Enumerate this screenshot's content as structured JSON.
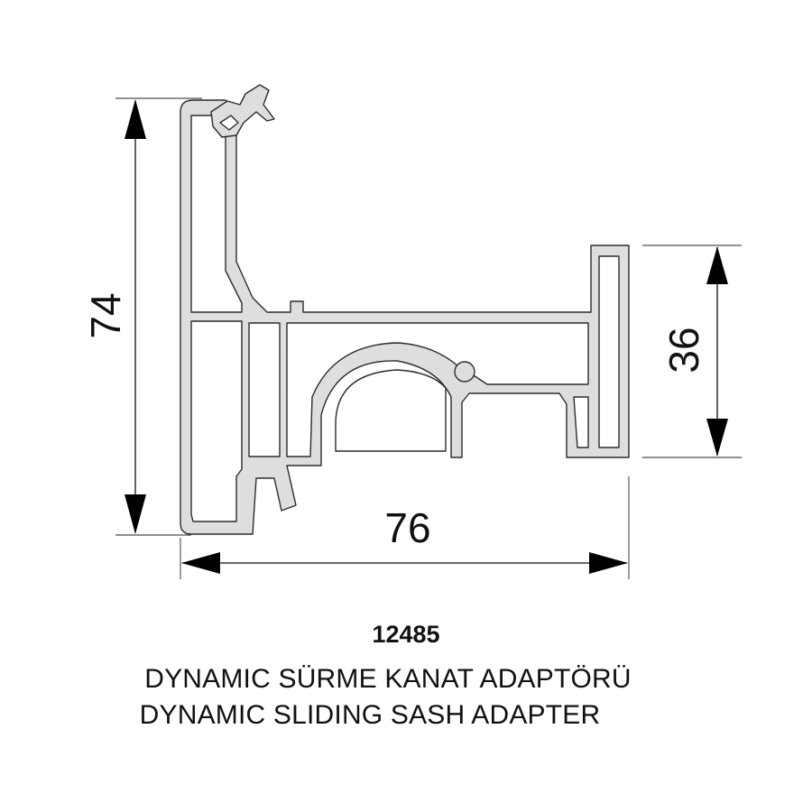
{
  "dimensions": {
    "height_left": "74",
    "height_right": "36",
    "width_bottom": "76"
  },
  "product": {
    "code": "12485",
    "name_tr": "DYNAMIC SÜRME KANAT ADAPTÖRÜ",
    "name_en": "DYNAMIC SLIDING SASH ADAPTER"
  },
  "colors": {
    "profile_fill": "#dedede",
    "line": "#111111"
  }
}
